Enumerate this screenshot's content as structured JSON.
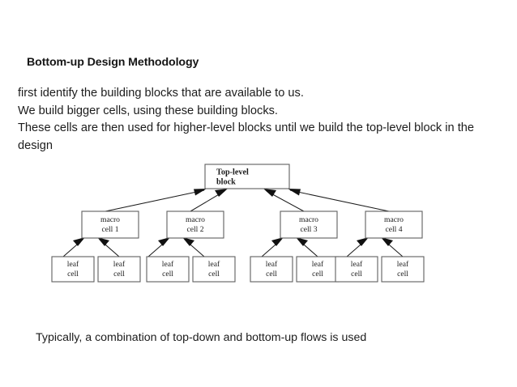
{
  "slide": {
    "title": "Bottom-up Design Methodology",
    "body_lines": [
      "first identify the building blocks that are available to us.",
      "We build bigger cells, using these building blocks.",
      "These cells are then used for higher-level blocks until we build the top-level block in the design"
    ],
    "bottom_note": "Typically, a combination of top-down and bottom-up flows is used"
  },
  "diagram": {
    "type": "hierarchy-tree",
    "direction": "bottom-up",
    "top": {
      "line1": "Top-level",
      "line2": "block"
    },
    "macro_cells": [
      {
        "line1": "macro",
        "line2": "cell 1"
      },
      {
        "line1": "macro",
        "line2": "cell 2"
      },
      {
        "line1": "macro",
        "line2": "cell 3"
      },
      {
        "line1": "macro",
        "line2": "cell 4"
      }
    ],
    "leaf_cells": [
      {
        "line1": "leaf",
        "line2": "cell"
      },
      {
        "line1": "leaf",
        "line2": "cell"
      },
      {
        "line1": "leaf",
        "line2": "cell"
      },
      {
        "line1": "leaf",
        "line2": "cell"
      },
      {
        "line1": "leaf",
        "line2": "cell"
      },
      {
        "line1": "leaf",
        "line2": "cell"
      },
      {
        "line1": "leaf",
        "line2": "cell"
      },
      {
        "line1": "leaf",
        "line2": "cell"
      }
    ]
  },
  "colors": {
    "background": "#ffffff",
    "text": "#1c1c1c",
    "box_border": "#5f5f5f",
    "edge": "#1c1c1c"
  }
}
